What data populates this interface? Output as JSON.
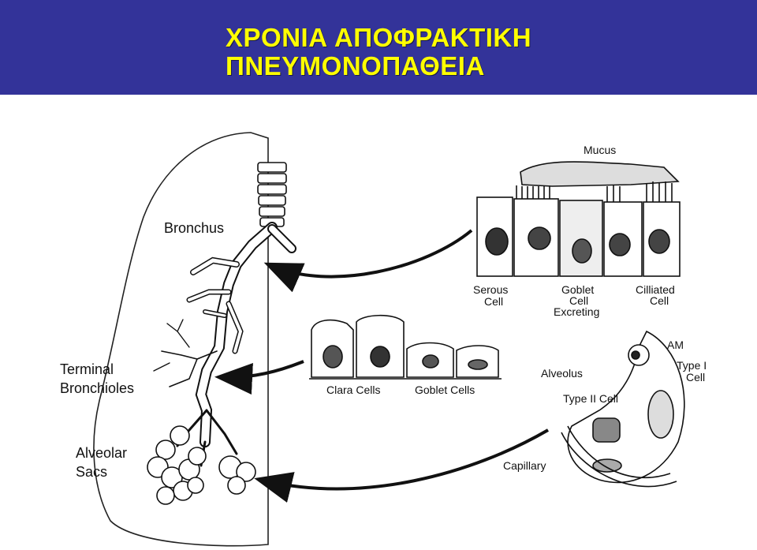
{
  "header": {
    "title_line1": "ΧΡΟΝΙΑ ΑΠΟΦΡΑΚΤΙΚΗ",
    "title_line2": "ΠΝΕΥΜΟΝΟΠΑΘΕΙΑ"
  },
  "diagram": {
    "labels": {
      "bronchus": "Bronchus",
      "terminal1": "Terminal",
      "terminal2": "Bronchioles",
      "alveolar1": "Alveolar",
      "alveolar2": "Sacs",
      "mucus": "Mucus",
      "serous1": "Serous",
      "serous2": "Cell",
      "goblet1": "Goblet",
      "goblet2": "Cell",
      "goblet3": "Excreting",
      "ciliated1": "Cilliated",
      "ciliated2": "Cell",
      "clara": "Clara Cells",
      "goblet_cells": "Goblet Cells",
      "alveolus": "Alveolus",
      "am": "AM",
      "type1_a": "Type I",
      "type1_b": "Cell",
      "type2": "Type II Cell",
      "capillary": "Capillary"
    }
  },
  "colors": {
    "header_bg": "#333399",
    "title": "#ffff00"
  }
}
